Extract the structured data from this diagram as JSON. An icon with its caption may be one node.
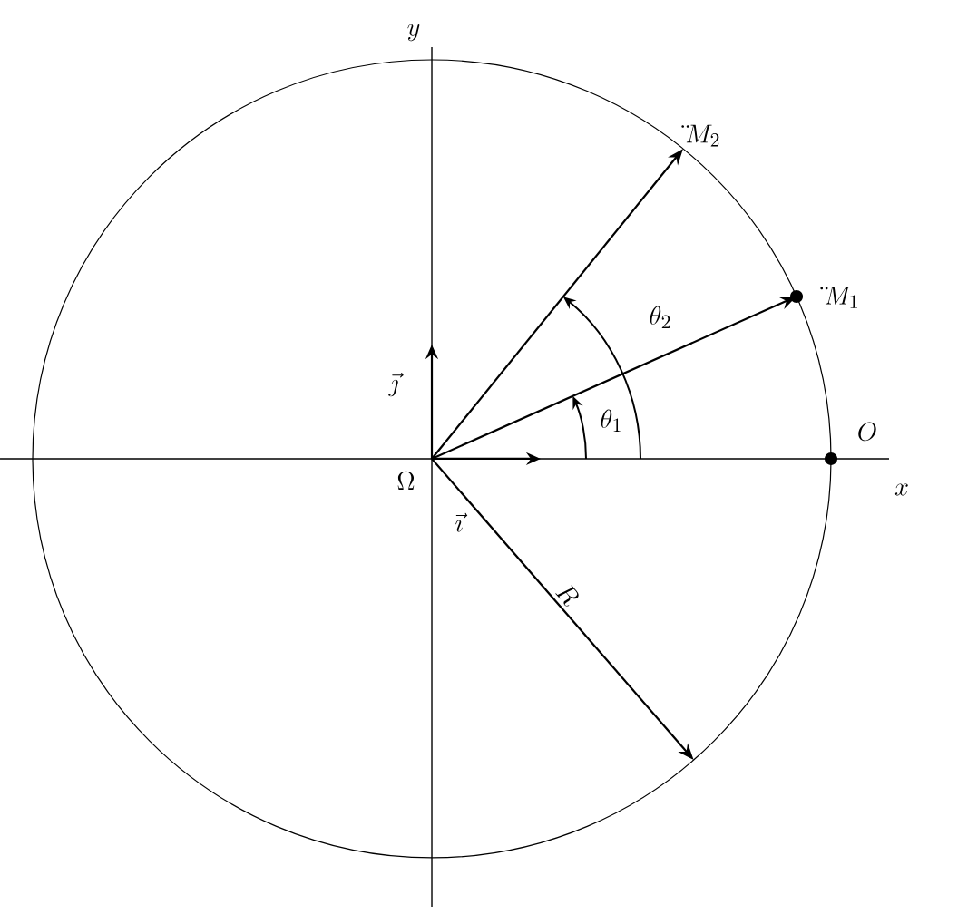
{
  "diagram": {
    "nodes": [
      {
        "text": [
          "\\Omega"
        ]
      },
      {
        "text": [
          "\\ddot{}M_{2}"
        ]
      },
      {
        "text": [],
        "shape": "dot",
        "beside": [
          "\\ddot{}M_{1}"
        ]
      },
      {
        "text": [],
        "shape": "dot",
        "beside": [
          "O"
        ]
      }
    ],
    "edges": [
      {
        "from": 0,
        "to": 1,
        "arrow": "to"
      },
      {
        "from": 0,
        "to": 2,
        "arrow": "to"
      },
      {
        "from": 0,
        "to": null,
        "arrow": "to",
        "label": "R"
      }
    ],
    "labels": [
      "y",
      "\\vec{\\jmath}",
      "\\theta_{2}",
      "\\theta_{1}",
      "x",
      "\\vec{\\imath}"
    ]
  }
}
